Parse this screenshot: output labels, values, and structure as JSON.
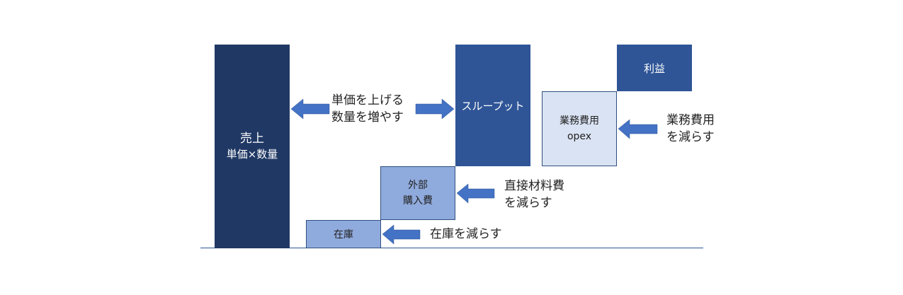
{
  "colors": {
    "sales": "#203864",
    "throughput": "#2f5597",
    "profit": "#2f5597",
    "opex": "#dae3f3",
    "purchase": "#8faadc",
    "inventory": "#8faadc",
    "arrow": "#4472c4",
    "line": "#2f5597"
  },
  "boxes": {
    "sales": {
      "line1": "売上",
      "line2": "単価×数量"
    },
    "throughput": {
      "label": "スループット"
    },
    "profit": {
      "label": "利益"
    },
    "opex": {
      "line1": "業務費用",
      "line2": "opex"
    },
    "purchase": {
      "line1": "外部",
      "line2": "購入費"
    },
    "inventory": {
      "label": "在庫"
    }
  },
  "annotations": {
    "price_volume": {
      "line1": "単価を上げる",
      "line2": "数量を増やす"
    },
    "opex_reduce": {
      "line1": "業務費用",
      "line2": "を減らす"
    },
    "material_reduce": {
      "line1": "直接材料費",
      "line2": "を減らす"
    },
    "inventory_reduce": {
      "line1": "在庫を減らす"
    }
  }
}
